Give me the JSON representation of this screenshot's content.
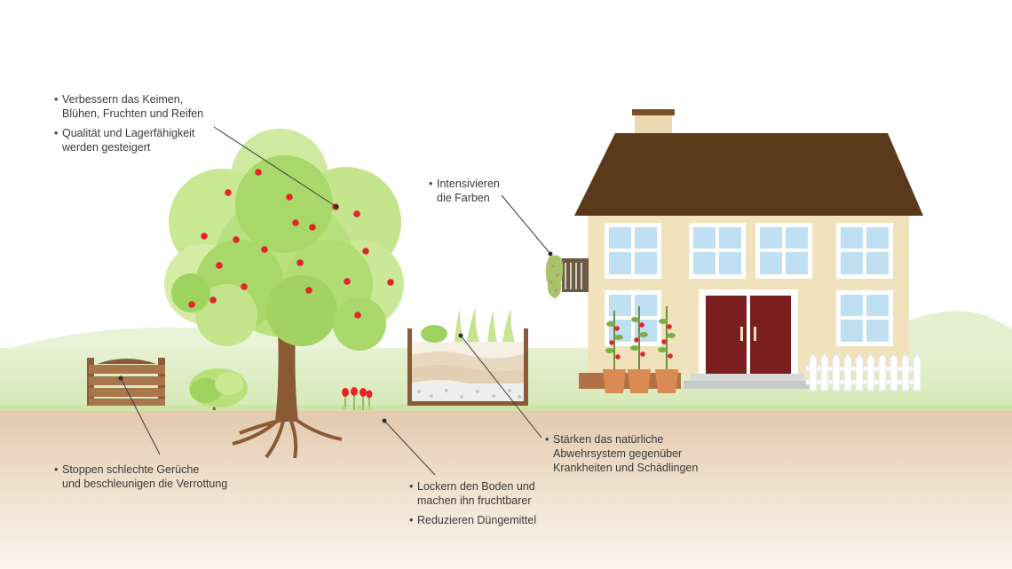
{
  "annotations": {
    "tree": {
      "bullet1": {
        "line1": "Verbessern das Keimen,",
        "line2": "Blühen, Fruchten und Reifen"
      },
      "bullet2": {
        "line1": "Qualität und Lagerfähigkeit",
        "line2": "werden gesteigert"
      }
    },
    "climber": {
      "line1": "Intensivieren",
      "line2": "die Farben"
    },
    "compost": {
      "line1": "Stoppen schlechte Gerüche",
      "line2": "und beschleunigen die Verrottung"
    },
    "raised_bed": {
      "line1": "Stärken das natürliche",
      "line2": "Abwehrsystem gegenüber",
      "line3": "Krankheiten und Schädlingen"
    },
    "soil": {
      "bullet1": {
        "line1": "Lockern den Boden und",
        "line2": "machen ihn fruchtbarer"
      },
      "bullet2": {
        "line1": "Reduzieren Düngemittel"
      }
    }
  },
  "colors": {
    "sky": "#ffffff",
    "grass": "#dcebc0",
    "grass_dark": "#c7de9f",
    "soil": "#e6cfb7",
    "soil_light": "#f4e9dc",
    "roof": "#5a3a1a",
    "wall": "#f0e2bc",
    "window": "#bfe0f2",
    "door": "#7a1f1f",
    "trunk": "#8a5a35",
    "foliage_light": "#d9efaa",
    "foliage": "#a8d86a",
    "apple": "#e3242b",
    "fence": "#ffffff",
    "compost_wood": "#9a6a40",
    "pot": "#d98a55"
  },
  "icons": [
    "apple-tree",
    "house",
    "compost-bin",
    "bush",
    "tulips",
    "raised-bed",
    "climbing-plant",
    "fence",
    "tomato-pots"
  ]
}
